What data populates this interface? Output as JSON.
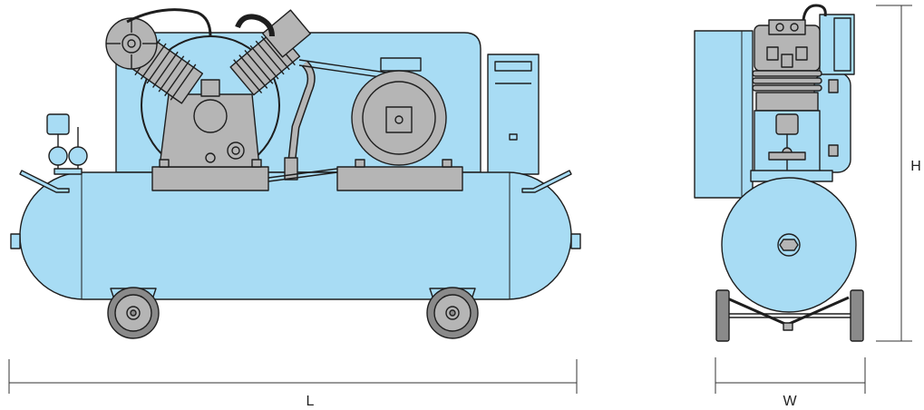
{
  "dimensions": {
    "length_label": "L",
    "width_label": "W",
    "height_label": "H"
  },
  "colors": {
    "body_fill": "#a8dcf4",
    "outline": "#1e1e1e",
    "metal_gray": "#b5b5b5",
    "metal_dark": "#8a8a8a",
    "dimension_line": "#333333"
  }
}
